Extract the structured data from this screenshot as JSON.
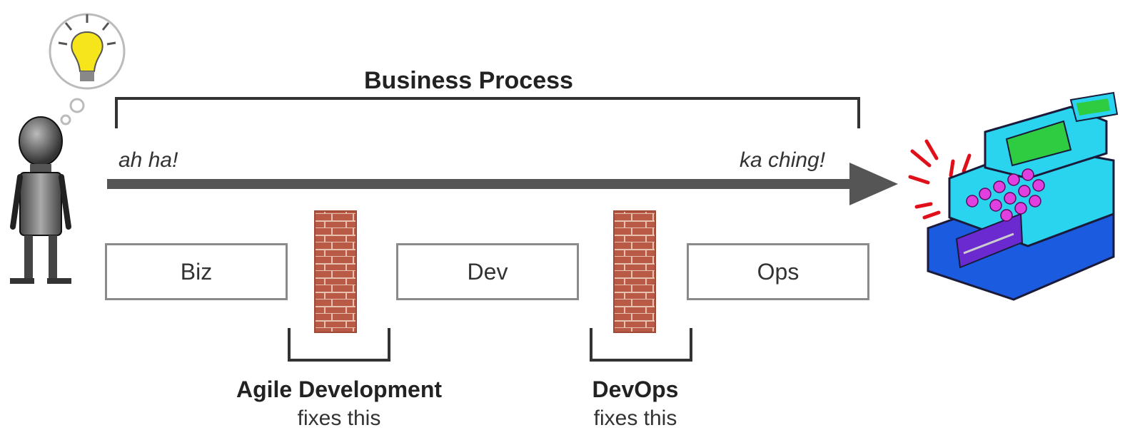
{
  "diagram": {
    "title": "Business Process",
    "start_label": "ah ha!",
    "end_label": "ka ching!",
    "stages": [
      "Biz",
      "Dev",
      "Ops"
    ],
    "walls": [
      {
        "caption": "Agile Development",
        "subcaption": "fixes this"
      },
      {
        "caption": "DevOps",
        "subcaption": "fixes this"
      }
    ],
    "icons": {
      "person": "person-with-idea-icon",
      "lightbulb": "lightbulb-icon",
      "register": "cash-register-icon",
      "wall": "brick-wall-icon"
    },
    "colors": {
      "brick": "#b85a45",
      "mortar": "#e8c0b0",
      "arrow": "#555555",
      "register_body": "#2ad3ee",
      "register_keys": "#e040e0",
      "register_screen": "#2ecc40",
      "spark": "#e0101a"
    }
  }
}
